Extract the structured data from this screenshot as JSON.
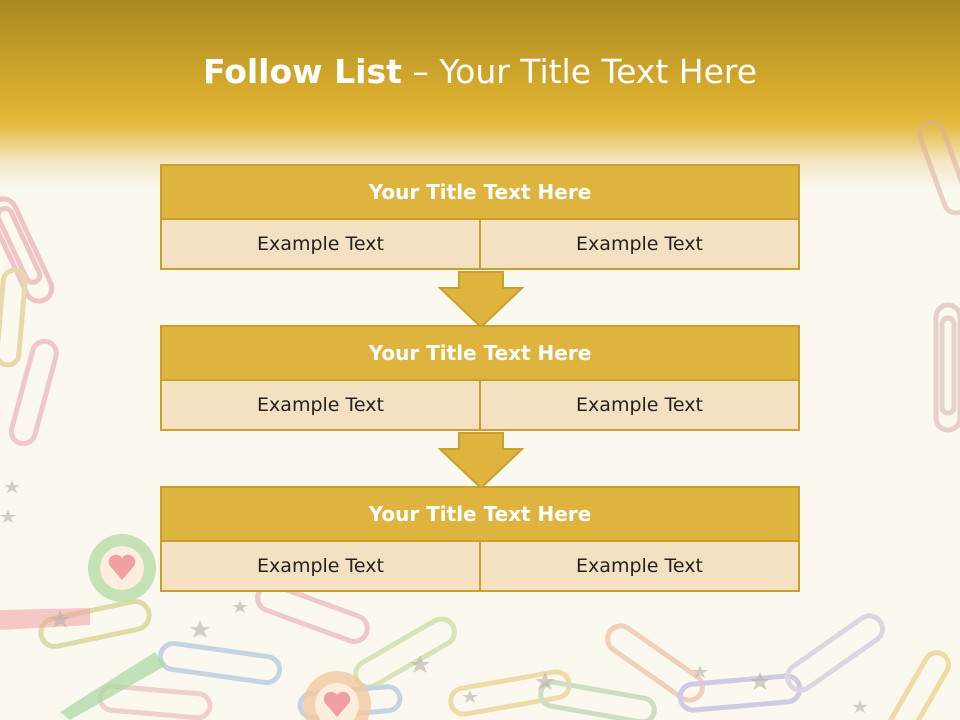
{
  "slide": {
    "title_bold": "Follow List",
    "title_rest": " – Your Title Text Here",
    "accent_color": "#dfb43e",
    "cell_color": "#f3e1c2",
    "decoration_icons": [
      "paperclip-icon",
      "star-icon",
      "heart-eraser-icon",
      "pencil-icon"
    ]
  },
  "blocks": [
    {
      "title": "Your Title Text Here",
      "left": "Example Text",
      "right": "Example Text"
    },
    {
      "title": "Your Title Text Here",
      "left": "Example Text",
      "right": "Example Text"
    },
    {
      "title": "Your Title Text Here",
      "left": "Example Text",
      "right": "Example Text"
    }
  ]
}
